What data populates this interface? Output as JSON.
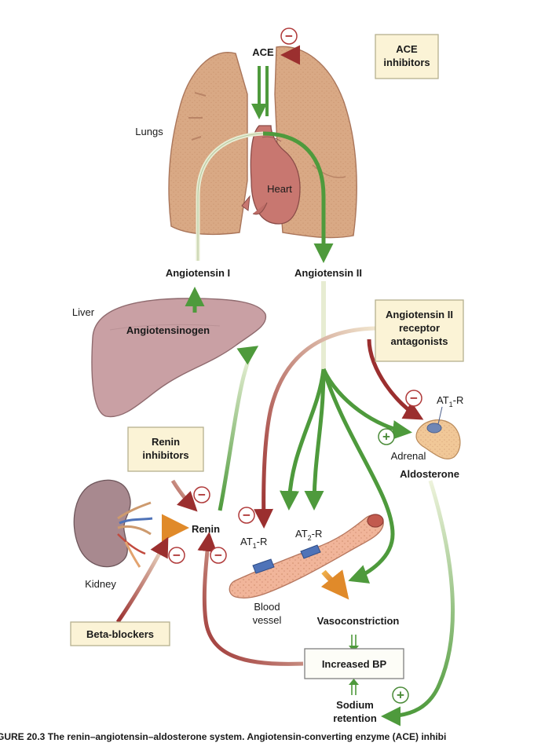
{
  "labels": {
    "ace": "ACE",
    "lungs": "Lungs",
    "heart": "Heart",
    "angiotensin_1": "Angiotensin I",
    "angiotensin_2": "Angiotensin II",
    "liver": "Liver",
    "angiotensinogen": "Angiotensinogen",
    "renin": "Renin",
    "kidney": "Kidney",
    "at1r_vessel_main": "AT",
    "at1r_vessel_sub": "1",
    "at1r_vessel_tail": "-R",
    "at2r_main": "AT",
    "at2r_sub": "2",
    "at2r_tail": "-R",
    "at1r_adrenal_main": "AT",
    "at1r_adrenal_sub": "1",
    "at1r_adrenal_tail": "-R",
    "adrenal": "Adrenal",
    "aldosterone": "Aldosterone",
    "blood_vessel_line1": "Blood",
    "blood_vessel_line2": "vessel",
    "vasoconstriction": "Vasoconstriction",
    "increased_bp": "Increased BP",
    "sodium_retention_line1": "Sodium",
    "sodium_retention_line2": "retention"
  },
  "drugs": {
    "ace_inhibitors_line1": "ACE",
    "ace_inhibitors_line2": "inhibitors",
    "arb_line1": "Angiotensin II",
    "arb_line2": "receptor",
    "arb_line3": "antagonists",
    "renin_inhibitors_line1": "Renin",
    "renin_inhibitors_line2": "inhibitors",
    "beta_blockers": "Beta-blockers"
  },
  "signs": {
    "minus": "−",
    "plus": "+"
  },
  "footer": "GURE 20.3   The renin–angiotensin–aldosterone system. Angiotensin-converting enzyme (ACE) inhibi",
  "colors": {
    "green_arrow": "#4e9a3c",
    "red_arrow": "#9b2f2f",
    "pale_arrow": "#e7ecd2",
    "orange_arrow": "#e08a2a",
    "organ_tan": "#d9a985",
    "liver_mauve": "#c9a0a4",
    "kidney_mauve": "#a8898f",
    "drug_box_fill": "#fbf3d6"
  }
}
